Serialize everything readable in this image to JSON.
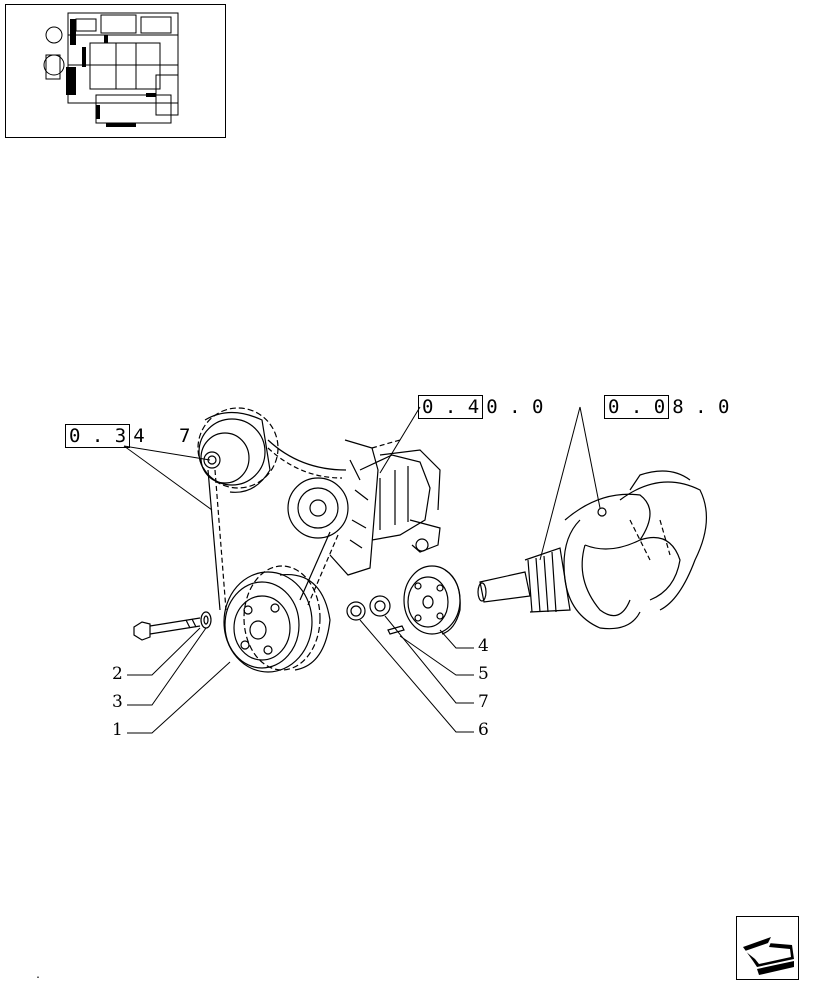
{
  "refs": {
    "alternator_ref": {
      "boxed": "0 . 4",
      "rest": "0 . 0"
    },
    "crankshaft_ref": {
      "boxed": "0 . 0",
      "rest": "8 . 0"
    },
    "belt_ref": {
      "boxed": "0 . 3",
      "rest": "4   7"
    }
  },
  "callouts": {
    "c1": "1",
    "c2": "2",
    "c3": "3",
    "c4": "4",
    "c5": "5",
    "c6": "6",
    "c7": "7"
  },
  "footer": {
    "dot": "."
  },
  "icons": {
    "thumbnail": "engine-thumbnail-icon",
    "nav": "next-page-arrow-icon"
  }
}
